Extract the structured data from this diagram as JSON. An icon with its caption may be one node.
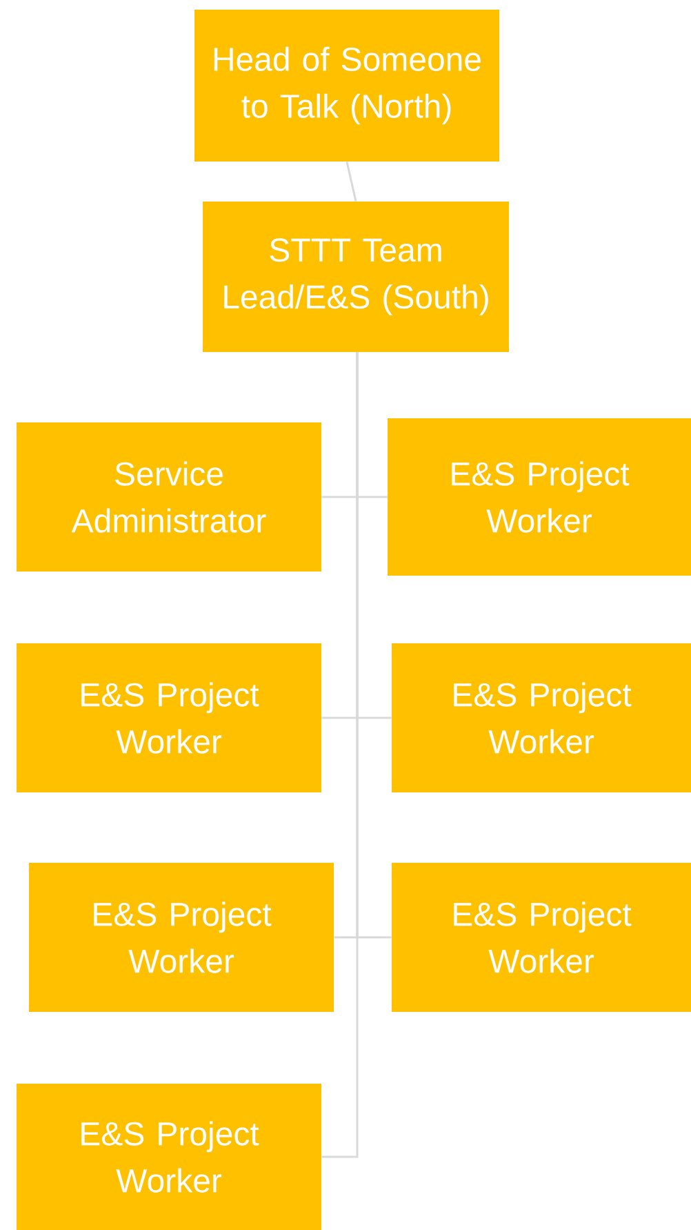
{
  "diagram": {
    "nodes": [
      {
        "text": [
          "Head of Someone to Talk (North)"
        ]
      },
      {
        "text": [
          "STTT Team Lead/E&S (South)"
        ]
      },
      {
        "text": [
          "Service Administrator"
        ]
      },
      {
        "text": [
          "E&S Project Worker"
        ]
      },
      {
        "text": [
          "E&S Project Worker"
        ]
      },
      {
        "text": [
          "E&S Project Worker"
        ]
      },
      {
        "text": [
          "E&S Project Worker"
        ]
      },
      {
        "text": [
          "E&S Project Worker"
        ]
      },
      {
        "text": [
          "E&S Project Worker"
        ]
      }
    ],
    "edges": [
      {
        "from": 0,
        "to": 1,
        "arrow": "none"
      },
      {
        "from": 1,
        "to": 2,
        "arrow": "none"
      },
      {
        "from": 1,
        "to": 3,
        "arrow": "none"
      },
      {
        "from": 1,
        "to": 4,
        "arrow": "none"
      },
      {
        "from": 1,
        "to": 5,
        "arrow": "none"
      },
      {
        "from": 1,
        "to": 6,
        "arrow": "none"
      },
      {
        "from": 1,
        "to": 7,
        "arrow": "none"
      },
      {
        "from": 1,
        "to": 8,
        "arrow": "none"
      }
    ]
  }
}
